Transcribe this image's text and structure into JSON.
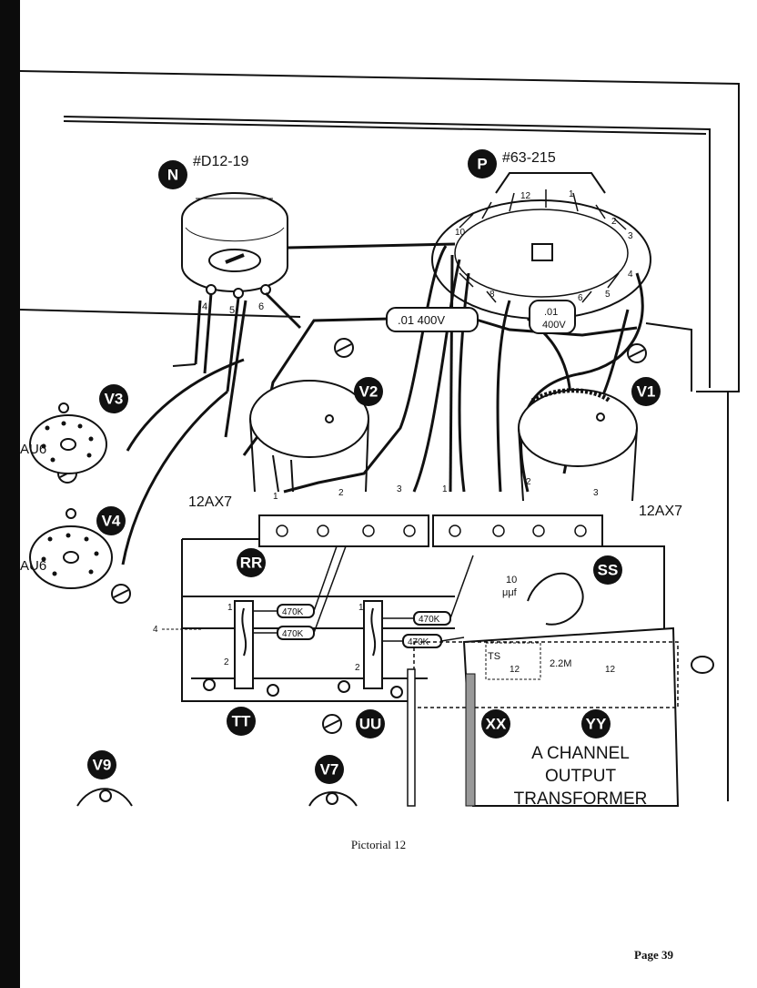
{
  "parts": {
    "control_N": {
      "tag": "N",
      "part_no": "#D12-19",
      "lug_labels": [
        "4",
        "5",
        "6"
      ]
    },
    "switch_P": {
      "tag": "P",
      "part_no": "#63-215",
      "lug_labels": [
        "10",
        "12",
        "1",
        "2",
        "3",
        "4",
        "5",
        "6",
        "8"
      ]
    },
    "capacitor_top": ".01 400V",
    "capacitor_right_line1": ".01",
    "capacitor_right_line2": "400V"
  },
  "tubes": {
    "V1": {
      "tag": "V1",
      "type": "12AX7"
    },
    "V2": {
      "tag": "V2",
      "type": "12AX7"
    },
    "V3": {
      "tag": "V3",
      "type": "AU6"
    },
    "V4": {
      "tag": "V4",
      "type": "AU6"
    },
    "V7": {
      "tag": "V7"
    },
    "V9": {
      "tag": "V9"
    }
  },
  "strips": {
    "RR": "RR",
    "SS": "SS",
    "TT": "TT",
    "UU": "UU",
    "XX": "XX",
    "YY": "YY"
  },
  "resistors": {
    "r1": "470K",
    "r2": "470K",
    "r3": "470K",
    "r4": "470K",
    "r5": "2.2M"
  },
  "small_labels": {
    "pin1_left": "1",
    "pin2_left": "2",
    "pin3_mid": "3",
    "pin1_mid": "1",
    "pin2_right": "2",
    "pin3_right": "3",
    "tt1": "1",
    "tt2": "2",
    "uu1": "1",
    "uu2": "2",
    "lead4": "4",
    "cap10": "10",
    "cap_uuf": "μμf",
    "ts1": "TS",
    "ts2": "12",
    "ts3": "12"
  },
  "transformer_label": [
    "A CHANNEL",
    "OUTPUT",
    "TRANSFORMER"
  ],
  "caption": "Pictorial 12",
  "page_number": "Page 39"
}
